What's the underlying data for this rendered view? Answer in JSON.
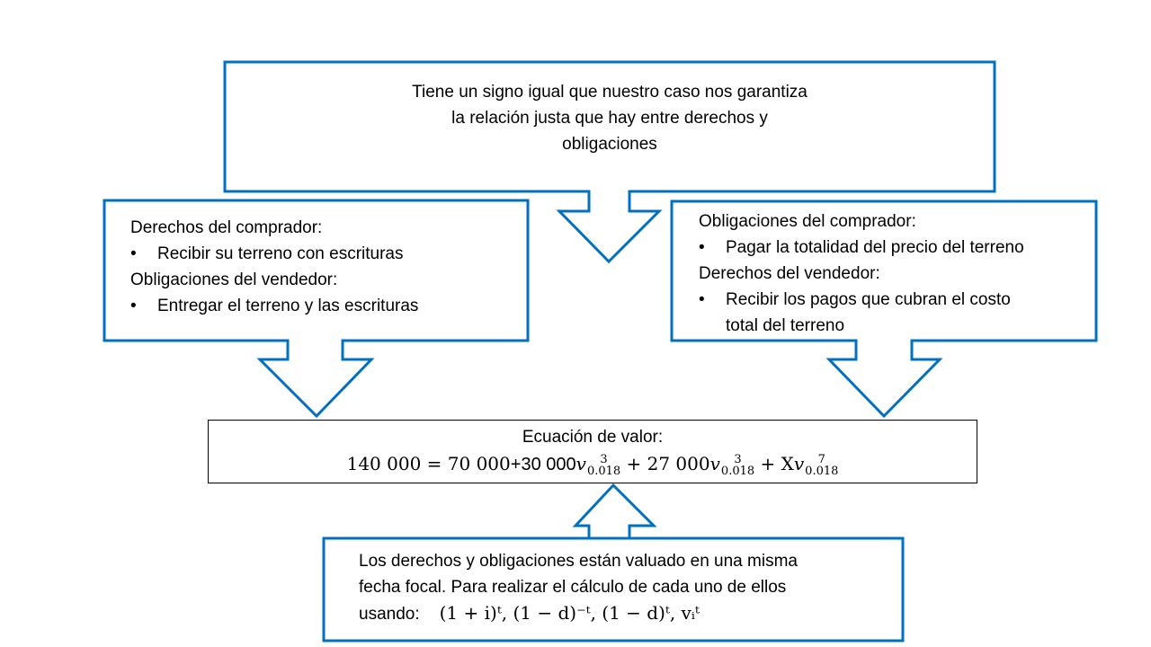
{
  "colors": {
    "callout_border": "#0070C0",
    "equation_border": "#000000"
  },
  "top_callout": {
    "lines": [
      "Tiene un signo igual que nuestro caso nos garantiza",
      "la relación justa que hay entre derechos y",
      "obligaciones"
    ]
  },
  "left_callout": {
    "heading1": "Derechos del comprador:",
    "bullet1": "Recibir su terreno con escrituras",
    "heading2": "Obligaciones del vendedor:",
    "bullet2": "Entregar el terreno y las escrituras"
  },
  "right_callout": {
    "heading1": "Obligaciones del comprador:",
    "bullet1": "Pagar la totalidad del precio del terreno",
    "heading2": "Derechos del vendedor:",
    "bullet2_line1": "Recibir los pagos que cubran el costo",
    "bullet2_line2": "total del terreno"
  },
  "equation": {
    "title": "Ecuación de valor:",
    "lhs": "140 000 = 70 000",
    "term1": "+30 000",
    "v": "v",
    "sub": "0.018",
    "exp1": "3",
    "term2": " + 27 000",
    "exp2": "3",
    "term3": " + X",
    "exp3": "7"
  },
  "bottom_callout": {
    "line1": "Los derechos y obligaciones  están valuado en una misma",
    "line2": "fecha focal. Para realizar el cálculo de cada uno de ellos",
    "line3_label": "usando:",
    "formulas": "(1 + i)ᵗ, (1 − d)⁻ᵗ, (1 − d)ᵗ, vᵢᵗ"
  }
}
